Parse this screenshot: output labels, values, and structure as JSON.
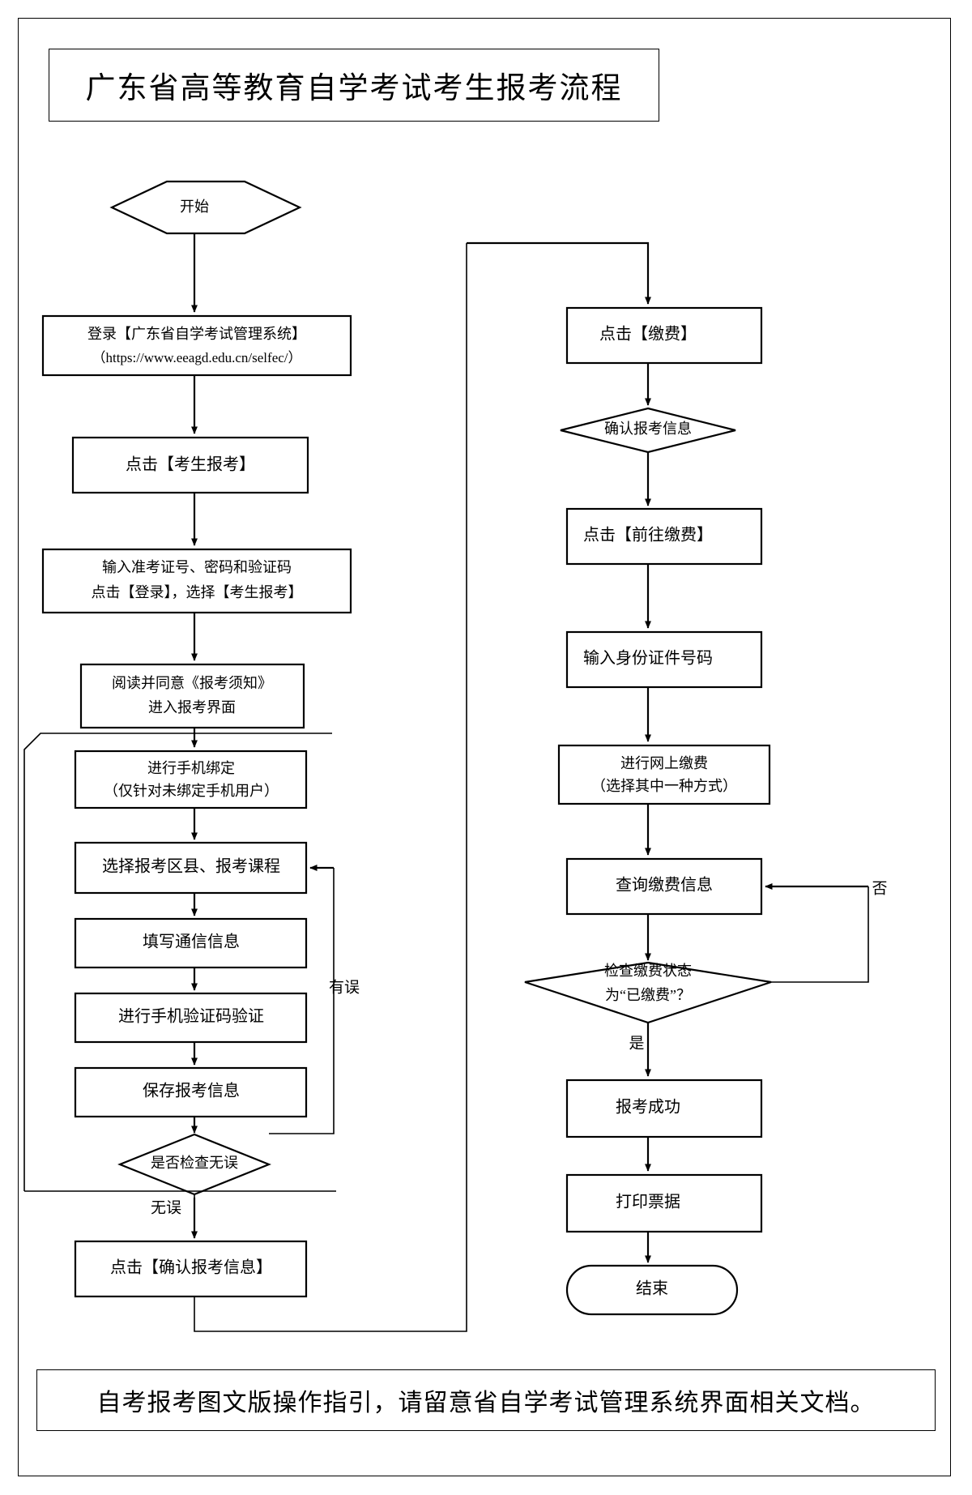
{
  "document": {
    "title": "广东省高等教育自学考试考生报考流程",
    "footer_note": "自考报考图文版操作指引，请留意省自学考试管理系统界面相关文档。"
  },
  "chart_data": {
    "type": "diagram",
    "subtype": "flowchart",
    "title": "广东省高等教育自学考试考生报考流程",
    "orientation": "two-column, top-to-bottom",
    "nodes": [
      {
        "id": "start",
        "shape": "hexagon",
        "column": "left",
        "lines": [
          "开始"
        ]
      },
      {
        "id": "login",
        "shape": "rect",
        "column": "left",
        "lines": [
          "登录【广东省自学考试管理系统】",
          "（https://www.eeagd.edu.cn/selfec/）"
        ]
      },
      {
        "id": "click-apply",
        "shape": "rect",
        "column": "left",
        "lines": [
          "点击【考生报考】"
        ]
      },
      {
        "id": "enter-creds",
        "shape": "rect",
        "column": "left",
        "lines": [
          "输入准考证号、密码和验证码",
          "点击【登录】，选择【考生报考】"
        ]
      },
      {
        "id": "read-notice",
        "shape": "rect",
        "column": "left",
        "lines": [
          "阅读并同意《报考须知》",
          "进入报考界面"
        ]
      },
      {
        "id": "bind-phone",
        "shape": "rect",
        "column": "left",
        "lines": [
          "进行手机绑定",
          "（仅针对未绑定手机用户）"
        ]
      },
      {
        "id": "select-area",
        "shape": "rect",
        "column": "left",
        "lines": [
          "选择报考区县、报考课程"
        ]
      },
      {
        "id": "fill-contact",
        "shape": "rect",
        "column": "left",
        "lines": [
          "填写通信信息"
        ]
      },
      {
        "id": "verify-sms",
        "shape": "rect",
        "column": "left",
        "lines": [
          "进行手机验证码验证"
        ]
      },
      {
        "id": "save-info",
        "shape": "rect",
        "column": "left",
        "lines": [
          "保存报考信息"
        ]
      },
      {
        "id": "check-ok",
        "shape": "diamond",
        "column": "left",
        "lines": [
          "是否检查无误"
        ]
      },
      {
        "id": "confirm-info",
        "shape": "rect",
        "column": "left",
        "lines": [
          "点击【确认报考信息】"
        ]
      },
      {
        "id": "click-pay",
        "shape": "rect",
        "column": "right",
        "lines": [
          "点击【缴费】"
        ]
      },
      {
        "id": "confirm-apply",
        "shape": "diamond",
        "column": "right",
        "lines": [
          "确认报考信息"
        ]
      },
      {
        "id": "goto-pay",
        "shape": "rect",
        "column": "right",
        "lines": [
          "点击【前往缴费】"
        ]
      },
      {
        "id": "enter-id",
        "shape": "rect",
        "column": "right",
        "lines": [
          "输入身份证件号码"
        ]
      },
      {
        "id": "online-pay",
        "shape": "rect",
        "column": "right",
        "lines": [
          "进行网上缴费",
          "（选择其中一种方式）"
        ]
      },
      {
        "id": "query-pay",
        "shape": "rect",
        "column": "right",
        "lines": [
          "查询缴费信息"
        ]
      },
      {
        "id": "check-paid",
        "shape": "diamond",
        "column": "right",
        "lines": [
          "检查缴费状态",
          "为“已缴费”？"
        ]
      },
      {
        "id": "apply-success",
        "shape": "rect",
        "column": "right",
        "lines": [
          "报考成功"
        ]
      },
      {
        "id": "print-receipt",
        "shape": "rect",
        "column": "right",
        "lines": [
          "打印票据"
        ]
      },
      {
        "id": "end",
        "shape": "stadium",
        "column": "right",
        "lines": [
          "结束"
        ]
      }
    ],
    "edges": [
      {
        "from": "start",
        "to": "login",
        "label": ""
      },
      {
        "from": "login",
        "to": "click-apply",
        "label": ""
      },
      {
        "from": "click-apply",
        "to": "enter-creds",
        "label": ""
      },
      {
        "from": "enter-creds",
        "to": "read-notice",
        "label": ""
      },
      {
        "from": "read-notice",
        "to": "bind-phone",
        "label": ""
      },
      {
        "from": "bind-phone",
        "to": "select-area",
        "label": ""
      },
      {
        "from": "select-area",
        "to": "fill-contact",
        "label": ""
      },
      {
        "from": "fill-contact",
        "to": "verify-sms",
        "label": ""
      },
      {
        "from": "verify-sms",
        "to": "save-info",
        "label": ""
      },
      {
        "from": "save-info",
        "to": "check-ok",
        "label": ""
      },
      {
        "from": "check-ok",
        "to": "select-area",
        "label": "有误"
      },
      {
        "from": "check-ok",
        "to": "confirm-info",
        "label": "无误"
      },
      {
        "from": "confirm-info",
        "to": "click-pay",
        "label": ""
      },
      {
        "from": "click-pay",
        "to": "confirm-apply",
        "label": ""
      },
      {
        "from": "confirm-apply",
        "to": "goto-pay",
        "label": ""
      },
      {
        "from": "goto-pay",
        "to": "enter-id",
        "label": ""
      },
      {
        "from": "enter-id",
        "to": "online-pay",
        "label": ""
      },
      {
        "from": "online-pay",
        "to": "query-pay",
        "label": ""
      },
      {
        "from": "query-pay",
        "to": "check-paid",
        "label": ""
      },
      {
        "from": "check-paid",
        "to": "query-pay",
        "label": "否"
      },
      {
        "from": "check-paid",
        "to": "apply-success",
        "label": "是"
      },
      {
        "from": "apply-success",
        "to": "print-receipt",
        "label": ""
      },
      {
        "from": "print-receipt",
        "to": "end",
        "label": ""
      }
    ],
    "edge_labels": [
      "有误",
      "无误",
      "否",
      "是"
    ],
    "colors": {
      "stroke": "#000000",
      "fill": "#ffffff",
      "text": "#000000"
    }
  },
  "nodes": {
    "start": "开始",
    "login_l1": "登录【广东省自学考试管理系统】",
    "login_l2": "（https://www.eeagd.edu.cn/selfec/）",
    "click_apply": "点击【考生报考】",
    "enter_creds_l1": "输入准考证号、密码和验证码",
    "enter_creds_l2": "点击【登录】，选择【考生报考】",
    "read_notice_l1": "阅读并同意《报考须知》",
    "read_notice_l2": "进入报考界面",
    "bind_phone_l1": "进行手机绑定",
    "bind_phone_l2": "（仅针对未绑定手机用户）",
    "select_area": "选择报考区县、报考课程",
    "fill_contact": "填写通信信息",
    "verify_sms": "进行手机验证码验证",
    "save_info": "保存报考信息",
    "check_ok": "是否检查无误",
    "confirm_info": "点击【确认报考信息】",
    "click_pay": "点击【缴费】",
    "confirm_apply": "确认报考信息",
    "goto_pay": "点击【前往缴费】",
    "enter_id": "输入身份证件号码",
    "online_pay_l1": "进行网上缴费",
    "online_pay_l2": "（选择其中一种方式）",
    "query_pay": "查询缴费信息",
    "check_paid_l1": "检查缴费状态",
    "check_paid_l2": "为“已缴费”？",
    "apply_success": "报考成功",
    "print_receipt": "打印票据",
    "end": "结束"
  },
  "edge_labels": {
    "has_error": "有误",
    "no_error": "无误",
    "no": "否",
    "yes": "是"
  }
}
